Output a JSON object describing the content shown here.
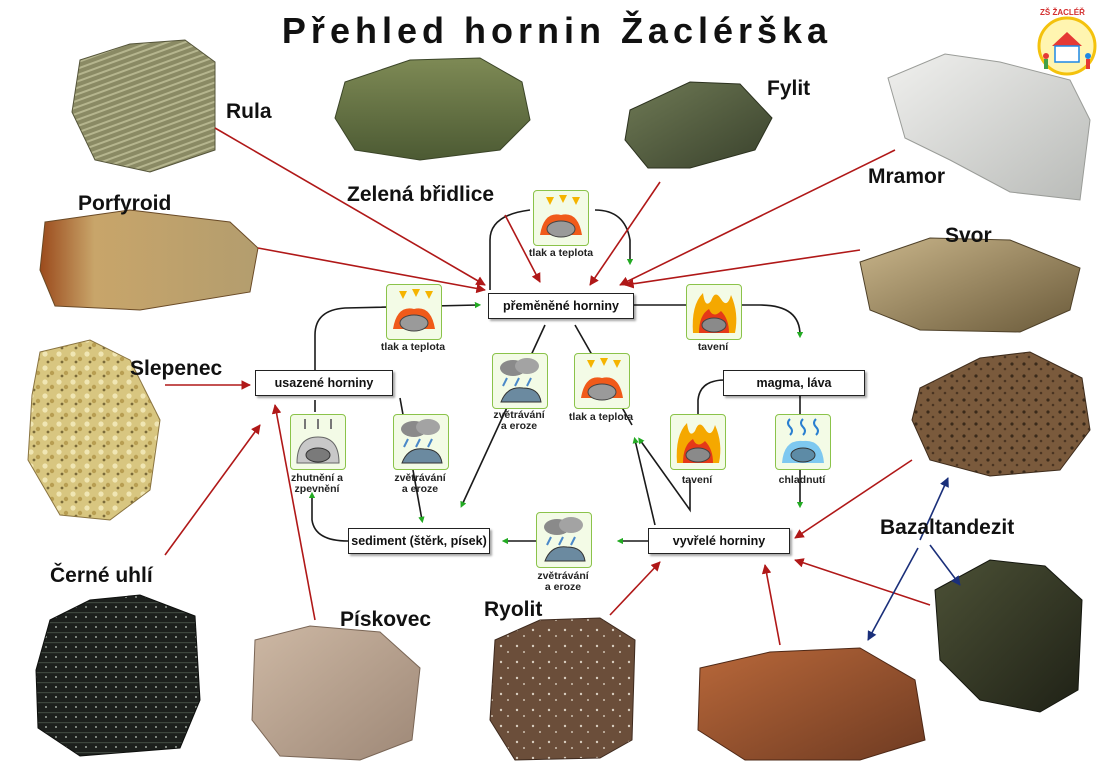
{
  "title": "Přehled hornin Žaclérška",
  "logo": {
    "text": "ZŠ ŽACLÉŘ"
  },
  "rocks": {
    "rula": "Rula",
    "zelena_bridlice": "Zelená břidlice",
    "fylit": "Fylit",
    "mramor": "Mramor",
    "porfyroid": "Porfyroid",
    "svor": "Svor",
    "slepenec": "Slepenec",
    "bazaltandezit": "Bazaltandezit",
    "cerne_uhli": "Černé uhlí",
    "piskovec": "Pískovec",
    "ryolit": "Ryolit"
  },
  "cycle": {
    "nodes": {
      "premenene": "přeměněné horniny",
      "usazene": "usazené horniny",
      "magma": "magma, láva",
      "sediment": "sediment (štěrk, písek)",
      "vyvrele": "vyvřelé horniny"
    },
    "captions": {
      "tlak_top": "tlak a teplota",
      "tlak_left": "tlak a teplota",
      "taveni_right": "tavení",
      "zvetravani_center": "zvětrávání\na eroze",
      "tlak_center": "tlak a teplota",
      "zhutneni": "zhutnění a\nzpevnění",
      "zvetravani_left": "zvětrávání\na eroze",
      "taveni_mid": "tavení",
      "chladnuti": "chladnutí",
      "zvetravani_bottom": "zvětrávání\na eroze"
    }
  },
  "colors": {
    "green_arrow": "#22aa22",
    "red_arrow": "#b01818",
    "blue_arrow": "#1a2f7a",
    "card_border": "#8bc34a"
  }
}
